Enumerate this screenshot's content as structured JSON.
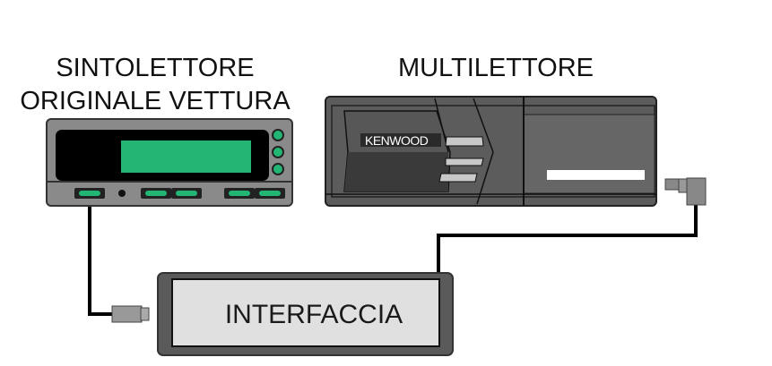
{
  "labels": {
    "radio_title_line1": "SINTOLETTORE",
    "radio_title_line2": "ORIGINALE VETTURA",
    "changer_title": "MULTILETTORE",
    "interface_label": "INTERFACCIA",
    "changer_brand": "KENWOOD"
  },
  "colors": {
    "device_gray": "#8a8a8a",
    "changer_dark": "#555555",
    "display_green": "#22b573",
    "interface_face": "#e0e0e0",
    "wire": "#000000"
  }
}
